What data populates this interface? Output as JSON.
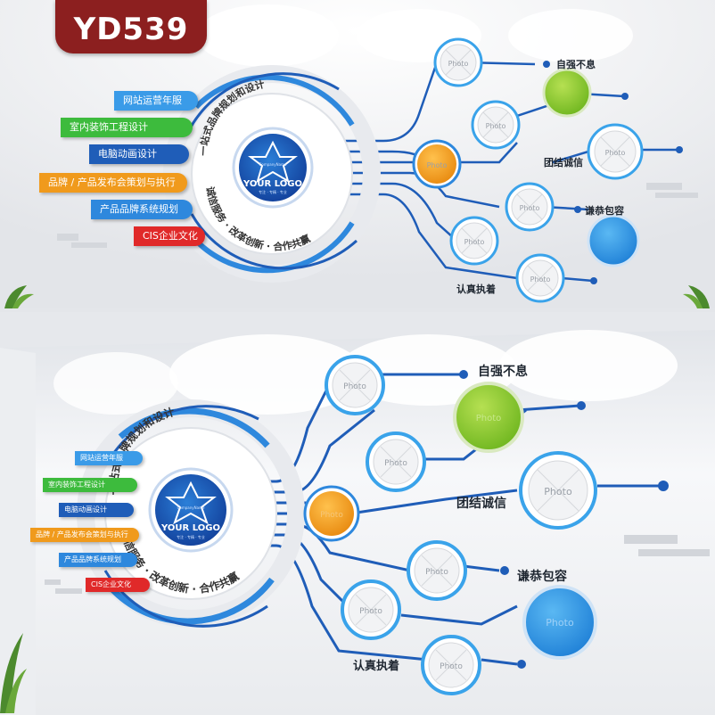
{
  "product_code": "YD539",
  "logo": {
    "company": "CompanyName",
    "name": "YOUR LOGO",
    "slogan_small": "专注 · 专精 · 专业"
  },
  "arc_text_top": "一站式品牌规划和设计",
  "arc_text_bottom": "诚信服务 · 改革创新 · 合作共赢",
  "services": [
    {
      "label": "网站运营年服",
      "color": "#3a9be8"
    },
    {
      "label": "室内装饰工程设计",
      "color": "#3dbb3d"
    },
    {
      "label": "电脑动画设计",
      "color": "#1f5db8"
    },
    {
      "label": "品牌 / 产品发布会策划与执行",
      "color": "#f09a1c"
    },
    {
      "label": "产品品牌系统规划",
      "color": "#2e88dd"
    },
    {
      "label": "CIS企业文化",
      "color": "#e02929"
    }
  ],
  "values": [
    "自强不息",
    "团结诚信",
    "谦恭包容",
    "认真执着"
  ],
  "photo_label": "Photo",
  "colors": {
    "blue": "#1f66c2",
    "light_blue": "#3aa3ea",
    "green": "#8ccf2a",
    "orange": "#f3a11e",
    "badge_red": "#8c1f1f"
  }
}
